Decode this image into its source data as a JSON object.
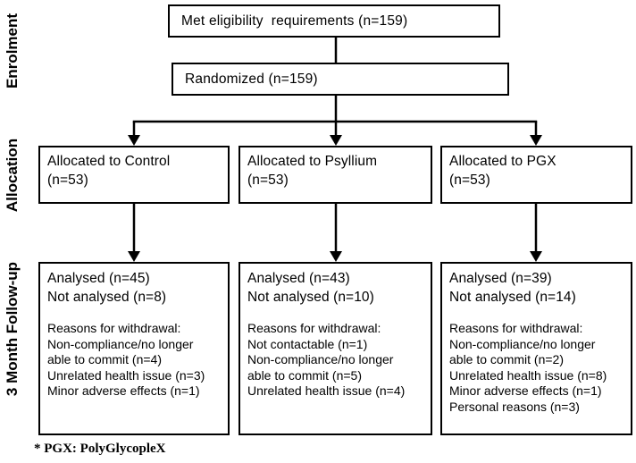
{
  "stage_labels": {
    "enrolment": "Enrolment",
    "allocation": "Allocation",
    "followup": "3 Month Follow-up"
  },
  "enrolment": {
    "eligibility_box": "Met eligibility  requirements (n=159)",
    "randomized_box": "Randomized (n=159)"
  },
  "allocation_boxes": [
    {
      "title": "Allocated to Control",
      "count": "(n=53)"
    },
    {
      "title": "Allocated to Psyllium",
      "count": "(n=53)"
    },
    {
      "title": "Allocated to PGX",
      "count": "(n=53)"
    }
  ],
  "followup_boxes": [
    {
      "analysed": "Analysed (n=45)",
      "not_analysed": "Not analysed (n=8)",
      "reasons_heading": "Reasons for withdrawal:",
      "reason_lines": [
        "Non-compliance/no longer",
        "able to commit (n=4)",
        "Unrelated health issue (n=3)",
        "Minor adverse effects (n=1)"
      ]
    },
    {
      "analysed": "Analysed (n=43)",
      "not_analysed": "Not analysed (n=10)",
      "reasons_heading": "Reasons for withdrawal:",
      "reason_lines": [
        "Not contactable (n=1)",
        "Non-compliance/no longer",
        "able to commit (n=5)",
        "Unrelated health issue (n=4)"
      ]
    },
    {
      "analysed": "Analysed (n=39)",
      "not_analysed": "Not analysed (n=14)",
      "reasons_heading": "Reasons for withdrawal:",
      "reason_lines": [
        "Non-compliance/no longer",
        "able to commit (n=2)",
        "Unrelated health issue (n=8)",
        "Minor adverse effects (n=1)",
        "Personal reasons (n=3)"
      ]
    }
  ],
  "footnote": "* PGX: PolyGlycopleX",
  "colors": {
    "background": "#ffffff",
    "line": "#000000",
    "text": "#000000"
  }
}
